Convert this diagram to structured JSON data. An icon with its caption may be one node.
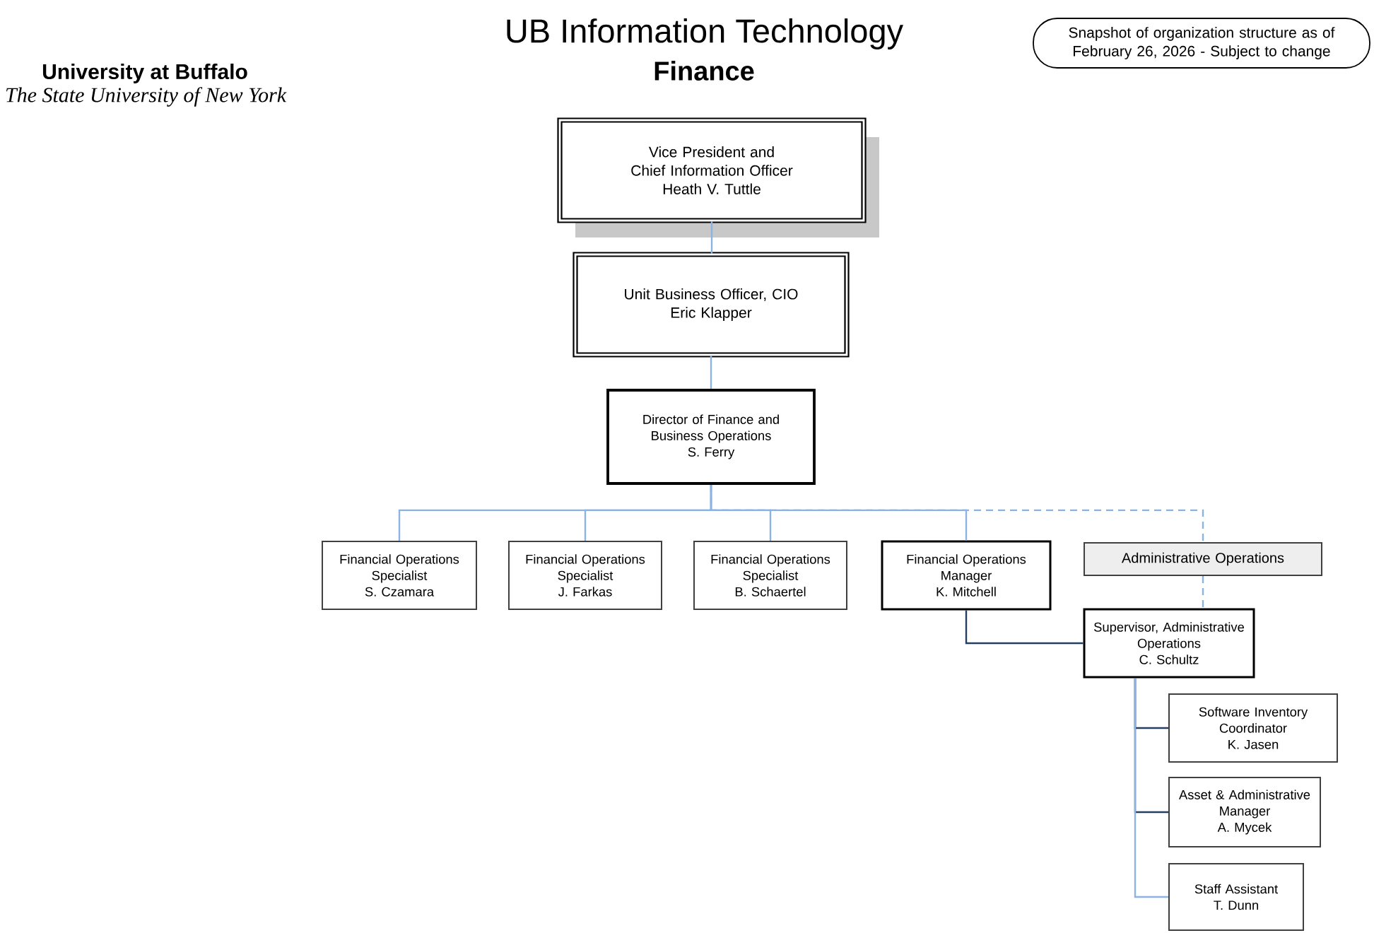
{
  "diagram": {
    "title": "UB Information Technology",
    "nodes": [
      {
        "text": [
          "Snapshot of organization structure as of February 26, 2026 - Subject to change"
        ]
      },
      {
        "text": [
          "Vice President and Chief Information Officer",
          "Heath V. Tuttle"
        ]
      },
      {
        "text": [
          "Unit Business Officer, CIO",
          "Eric Klapper"
        ]
      },
      {
        "text": [
          "Director of Finance and Business Operations",
          "S. Ferry"
        ]
      },
      {
        "text": [
          "Financial Operations Specialist",
          "S. Czamara"
        ]
      },
      {
        "text": [
          "Financial Operations Specialist",
          "J. Farkas"
        ]
      },
      {
        "text": [
          "Financial Operations Specialist",
          "B. Schaertel"
        ]
      },
      {
        "text": [
          "Financial Operations Manager",
          "K. Mitchell"
        ]
      },
      {
        "text": [
          "Administrative Operations"
        ]
      },
      {
        "text": [
          "Supervisor, Administrative Operations",
          "C. Schultz"
        ]
      },
      {
        "text": [
          "Software Inventory Coordinator",
          "K. Jasen"
        ]
      },
      {
        "text": [
          "Asset & Administrative Manager",
          "A. Mycek"
        ]
      },
      {
        "text": [
          "Staff Assistant",
          "T. Dunn"
        ]
      }
    ],
    "edges": [
      {
        "from": 1,
        "to": 2,
        "arrow": "none"
      },
      {
        "from": 2,
        "to": 3,
        "arrow": "none"
      },
      {
        "from": 3,
        "to": 4,
        "arrow": "none"
      },
      {
        "from": 3,
        "to": 5,
        "arrow": "none"
      },
      {
        "from": 3,
        "to": 6,
        "arrow": "none"
      },
      {
        "from": 3,
        "to": 7,
        "arrow": "none"
      },
      {
        "from": 3,
        "to": 8,
        "arrow": "none",
        "style": "dashed"
      },
      {
        "from": 8,
        "to": 9,
        "arrow": "none",
        "style": "dashed"
      },
      {
        "from": 7,
        "to": 9,
        "arrow": "none",
        "color": "#243f60"
      },
      {
        "from": 9,
        "to": 10,
        "arrow": "none",
        "color": "#243f60"
      },
      {
        "from": 9,
        "to": 11,
        "arrow": "none",
        "color": "#243f60"
      },
      {
        "from": 9,
        "to": 12,
        "arrow": "none"
      }
    ],
    "labels": [
      "University at Buffalo",
      "The State University of New York",
      "Finance"
    ]
  }
}
